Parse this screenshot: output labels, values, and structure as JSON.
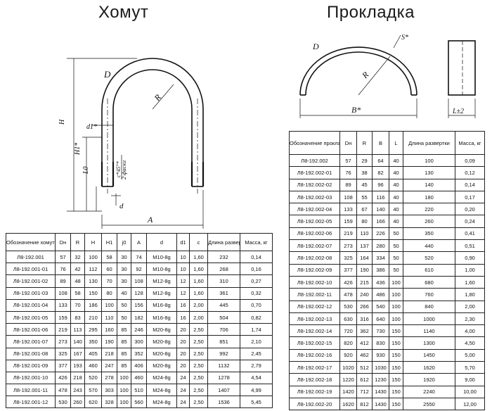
{
  "titles": {
    "left": "Хомут",
    "right": "Прокладка"
  },
  "clamp_drawing": {
    "labels": [
      "D",
      "R",
      "d1*",
      "H",
      "H1*",
      "L0",
      "c*45°*",
      "2 фаски",
      "d",
      "A"
    ]
  },
  "gasket_drawing": {
    "labels": [
      "D",
      "R",
      "S*",
      "B*",
      "L±2"
    ]
  },
  "clamp_table": {
    "headers": [
      "Обозначение хомута",
      "Dн",
      "R",
      "H",
      "H1",
      "j0",
      "A",
      "d",
      "d1",
      "c",
      "Длина развертки",
      "Масса, кг"
    ],
    "rows": [
      [
        "Л8-192.001",
        "57",
        "32",
        "100",
        "58",
        "30",
        "74",
        "M10-8g",
        "10",
        "1,60",
        "232",
        "0,14"
      ],
      [
        "Л8-192.001-01",
        "76",
        "42",
        "112",
        "60",
        "30",
        "92",
        "M10-8g",
        "10",
        "1,60",
        "268",
        "0,16"
      ],
      [
        "Л8-192.001-02",
        "89",
        "48",
        "130",
        "70",
        "30",
        "108",
        "M12-8g",
        "12",
        "1,60",
        "310",
        "0,27"
      ],
      [
        "Л8-192.001-03",
        "108",
        "58",
        "150",
        "80",
        "40",
        "128",
        "M12-8g",
        "12",
        "1,60",
        "361",
        "0,32"
      ],
      [
        "Л8-192.001-04",
        "133",
        "70",
        "186",
        "100",
        "50",
        "156",
        "M16-8g",
        "16",
        "2,00",
        "445",
        "0,70"
      ],
      [
        "Л8-192.001-05",
        "159",
        "83",
        "210",
        "110",
        "50",
        "182",
        "M16-8g",
        "16",
        "2,00",
        "504",
        "0,82"
      ],
      [
        "Л8-192.001-06",
        "219",
        "113",
        "295",
        "160",
        "85",
        "246",
        "M20-8g",
        "20",
        "2,50",
        "706",
        "1,74"
      ],
      [
        "Л8-192.001-07",
        "273",
        "140",
        "350",
        "190",
        "85",
        "300",
        "M20-8g",
        "20",
        "2,50",
        "851",
        "2,10"
      ],
      [
        "Л8-192.001-08",
        "325",
        "167",
        "405",
        "218",
        "85",
        "352",
        "M20-8g",
        "20",
        "2,50",
        "992",
        "2,45"
      ],
      [
        "Л8-192.001-09",
        "377",
        "193",
        "460",
        "247",
        "85",
        "406",
        "M20-8g",
        "20",
        "2,50",
        "1132",
        "2,79"
      ],
      [
        "Л8-192.001-10",
        "426",
        "218",
        "520",
        "278",
        "100",
        "460",
        "M24-8g",
        "24",
        "2,50",
        "1278",
        "4,54"
      ],
      [
        "Л8-192.001-11",
        "478",
        "243",
        "570",
        "303",
        "100",
        "510",
        "M24-8g",
        "24",
        "2,50",
        "1407",
        "4,99"
      ],
      [
        "Л8-192.001-12",
        "530",
        "260",
        "620",
        "328",
        "100",
        "560",
        "M24-8g",
        "24",
        "2,50",
        "1536",
        "5,45"
      ]
    ]
  },
  "gasket_table": {
    "headers": [
      "Обозначение прокладки",
      "Dн",
      "R",
      "B",
      "L",
      "Длина развертки",
      "Масса, кг"
    ],
    "rows": [
      [
        "Л8-192.002",
        "57",
        "29",
        "64",
        "40",
        "100",
        "0,09"
      ],
      [
        "Л8-192.002-01",
        "76",
        "38",
        "82",
        "40",
        "130",
        "0,12"
      ],
      [
        "Л8-192.002-02",
        "89",
        "45",
        "96",
        "40",
        "140",
        "0,14"
      ],
      [
        "Л8-192.002-03",
        "108",
        "55",
        "116",
        "40",
        "180",
        "0,17"
      ],
      [
        "Л8-192.002-04",
        "133",
        "67",
        "140",
        "40",
        "220",
        "0,20"
      ],
      [
        "Л8-192.002-05",
        "159",
        "80",
        "166",
        "40",
        "260",
        "0,24"
      ],
      [
        "Л8-192.002-06",
        "219",
        "110",
        "226",
        "50",
        "350",
        "0,41"
      ],
      [
        "Л8-192.002-07",
        "273",
        "137",
        "280",
        "50",
        "440",
        "0,51"
      ],
      [
        "Л8-192.002-08",
        "325",
        "164",
        "334",
        "50",
        "520",
        "0,90"
      ],
      [
        "Л8-192.002-09",
        "377",
        "190",
        "386",
        "50",
        "610",
        "1,00"
      ],
      [
        "Л8-192.002-10",
        "426",
        "215",
        "436",
        "100",
        "680",
        "1,60"
      ],
      [
        "Л8-192.002-11",
        "478",
        "240",
        "486",
        "100",
        "760",
        "1,80"
      ],
      [
        "Л8-192.002-12",
        "530",
        "266",
        "540",
        "100",
        "840",
        "2,00"
      ],
      [
        "Л8-192.002-13",
        "630",
        "316",
        "640",
        "100",
        "1000",
        "2,30"
      ],
      [
        "Л8-192.002-14",
        "720",
        "362",
        "730",
        "150",
        "1140",
        "4,00"
      ],
      [
        "Л8-192.002-15",
        "820",
        "412",
        "830",
        "150",
        "1300",
        "4,50"
      ],
      [
        "Л8-192.002-16",
        "920",
        "462",
        "930",
        "150",
        "1450",
        "5,00"
      ],
      [
        "Л8-192.002-17",
        "1020",
        "512",
        "1030",
        "150",
        "1620",
        "5,70"
      ],
      [
        "Л8-192.002-18",
        "1220",
        "612",
        "1230",
        "150",
        "1920",
        "9,00"
      ],
      [
        "Л8-192.002-19",
        "1420",
        "712",
        "1430",
        "150",
        "2240",
        "10,00"
      ],
      [
        "Л8-192.002-20",
        "1620",
        "812",
        "1430",
        "150",
        "2550",
        "12,00"
      ]
    ]
  }
}
